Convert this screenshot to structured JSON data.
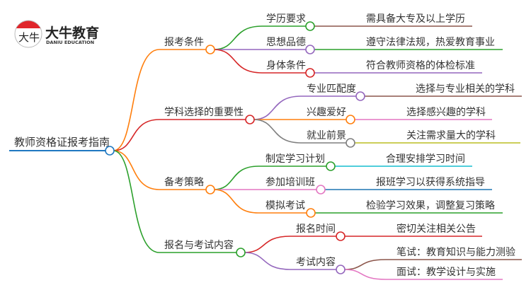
{
  "logo": {
    "name_cn": "大牛教育",
    "name_en": "DANIU EDUCATION",
    "mark_text": "大牛"
  },
  "root": {
    "label": "教师资格证报考指南",
    "color": "#1f78c1"
  },
  "branches": [
    {
      "label": "报考条件",
      "color": "#ff7f0e",
      "node_color": "#ff7f0e",
      "children": [
        {
          "label": "学历要求",
          "color": "#2ca02c",
          "leaf": "需具备大专及以上学历",
          "leaf_color": "#8c564b"
        },
        {
          "label": "思想品德",
          "color": "#9467bd",
          "leaf": "遵守法律法规，热爱教育事业",
          "leaf_color": "#2ca02c"
        },
        {
          "label": "身体条件",
          "color": "#d62728",
          "leaf": "符合教师资格的体检标准",
          "leaf_color": "#9467bd"
        }
      ]
    },
    {
      "label": "学科选择的重要性",
      "color": "#d62728",
      "node_color": "#d62728",
      "children": [
        {
          "label": "专业匹配度",
          "color": "#9467bd",
          "leaf": "选择与专业相关的学科",
          "leaf_color": "#8c564b"
        },
        {
          "label": "兴趣爱好",
          "color": "#ff7f0e",
          "leaf": "选择感兴趣的学科",
          "leaf_color": "#e377c2"
        },
        {
          "label": "就业前景",
          "color": "#7f7f7f",
          "leaf": "关注需求量大的学科",
          "leaf_color": "#bcbd22"
        }
      ]
    },
    {
      "label": "备考策略",
      "color": "#ff7f0e",
      "node_color": "#ff7f0e",
      "children": [
        {
          "label": "制定学习计划",
          "color": "#2ca02c",
          "leaf": "合理安排学习时间",
          "leaf_color": "#17becf"
        },
        {
          "label": "参加培训班",
          "color": "#e377c2",
          "leaf": "报班学习以获得系统指导",
          "leaf_color": "#1f77b4"
        },
        {
          "label": "模拟考试",
          "color": "#ff7f0e",
          "leaf": "检验学习效果，调整复习策略",
          "leaf_color": "#2ca02c"
        }
      ]
    },
    {
      "label": "报名与考试内容",
      "color": "#2ca02c",
      "node_color": "#2ca02c",
      "children": [
        {
          "label": "报名时间",
          "color": "#d62728",
          "leaf": "密切关注相关公告",
          "leaf_color": "#d62728"
        },
        {
          "label": "考试内容",
          "color": "#9467bd",
          "leaves": [
            {
              "label": "笔试：教育知识与能力测验",
              "color": "#8c564b"
            },
            {
              "label": "面试：教学设计与实施",
              "color": "#e377c2"
            }
          ]
        }
      ]
    }
  ]
}
